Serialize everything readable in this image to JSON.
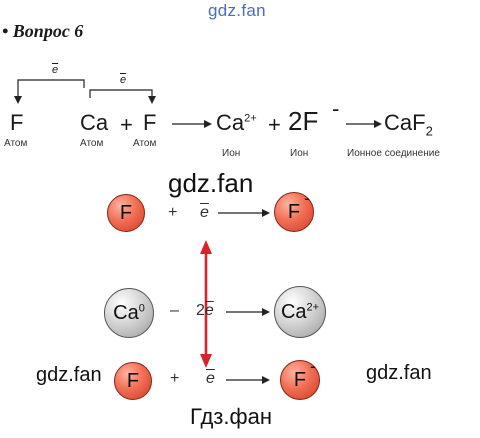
{
  "watermark_top": "gdz.fan",
  "heading": "• Вопрос 6",
  "equation": {
    "e_symbol": "e",
    "f1": "F",
    "f1_label": "Атом",
    "ca": "Ca",
    "ca_label": "Атом",
    "plus1": "+",
    "f2": "F",
    "f2_label": "Атом",
    "ca_ion": "Ca",
    "ca_ion_charge": "2+",
    "ca_ion_label": "Ион",
    "plus2": "+",
    "f_ion": "2F",
    "f_ion_charge": "-",
    "f_ion_label": "Ион",
    "product": "CaF",
    "product_sub": "2",
    "product_label": "Ионное соединение"
  },
  "watermark_mid": "gdz.fan",
  "diagram": {
    "row1": {
      "atom": "F",
      "plus": "+",
      "e": "e",
      "ion": "F",
      "charge": "-"
    },
    "row2": {
      "atom": "Ca",
      "atom_charge": "0",
      "minus": "–",
      "coef": "2",
      "e": "e",
      "ion": "Ca",
      "ion_charge": "2+"
    },
    "row3": {
      "atom": "F",
      "plus": "+",
      "e": "e",
      "ion": "F",
      "charge": "-"
    }
  },
  "watermark_left": "gdz.fan",
  "watermark_right": "gdz.fan",
  "watermark_bottom": "Гдз.фан",
  "colors": {
    "red_arrow": "#d9232b",
    "red_ball": "#f06f55",
    "grey_ball": "#cfcfcf",
    "watermark_blue": "#4b6cc0"
  }
}
